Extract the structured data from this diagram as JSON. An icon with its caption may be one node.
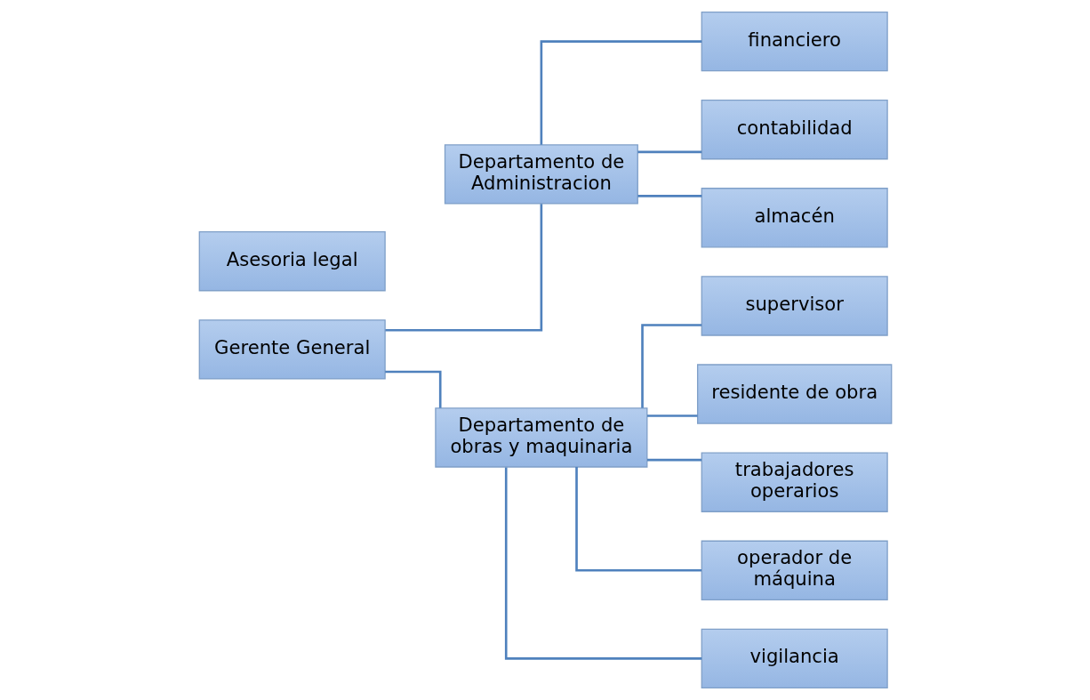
{
  "diagram": {
    "nodes": [
      {
        "text": [
          "Gerente General"
        ]
      },
      {
        "text": [
          "Asesoria legal"
        ]
      },
      {
        "text": [
          "Departamento de Administracion"
        ]
      },
      {
        "text": [
          "Departamento de obras y maquinaria"
        ]
      },
      {
        "text": [
          "financiero"
        ]
      },
      {
        "text": [
          "contabilidad"
        ]
      },
      {
        "text": [
          "almacén"
        ]
      },
      {
        "text": [
          "supervisor"
        ]
      },
      {
        "text": [
          "residente de obra"
        ]
      },
      {
        "text": [
          "trabajadores operarios"
        ]
      },
      {
        "text": [
          "operador de máquina"
        ]
      },
      {
        "text": [
          "vigilancia"
        ]
      }
    ],
    "edges": [
      {
        "from": 0,
        "to": 2,
        "arrow": "none"
      },
      {
        "from": 0,
        "to": 3,
        "arrow": "none"
      },
      {
        "from": 2,
        "to": 4,
        "arrow": "none"
      },
      {
        "from": 2,
        "to": 5,
        "arrow": "none"
      },
      {
        "from": 2,
        "to": 6,
        "arrow": "none"
      },
      {
        "from": 3,
        "to": 7,
        "arrow": "none"
      },
      {
        "from": 3,
        "to": 8,
        "arrow": "none"
      },
      {
        "from": 3,
        "to": 9,
        "arrow": "none"
      },
      {
        "from": 3,
        "to": 10,
        "arrow": "none"
      },
      {
        "from": 3,
        "to": 11,
        "arrow": "none"
      }
    ]
  }
}
